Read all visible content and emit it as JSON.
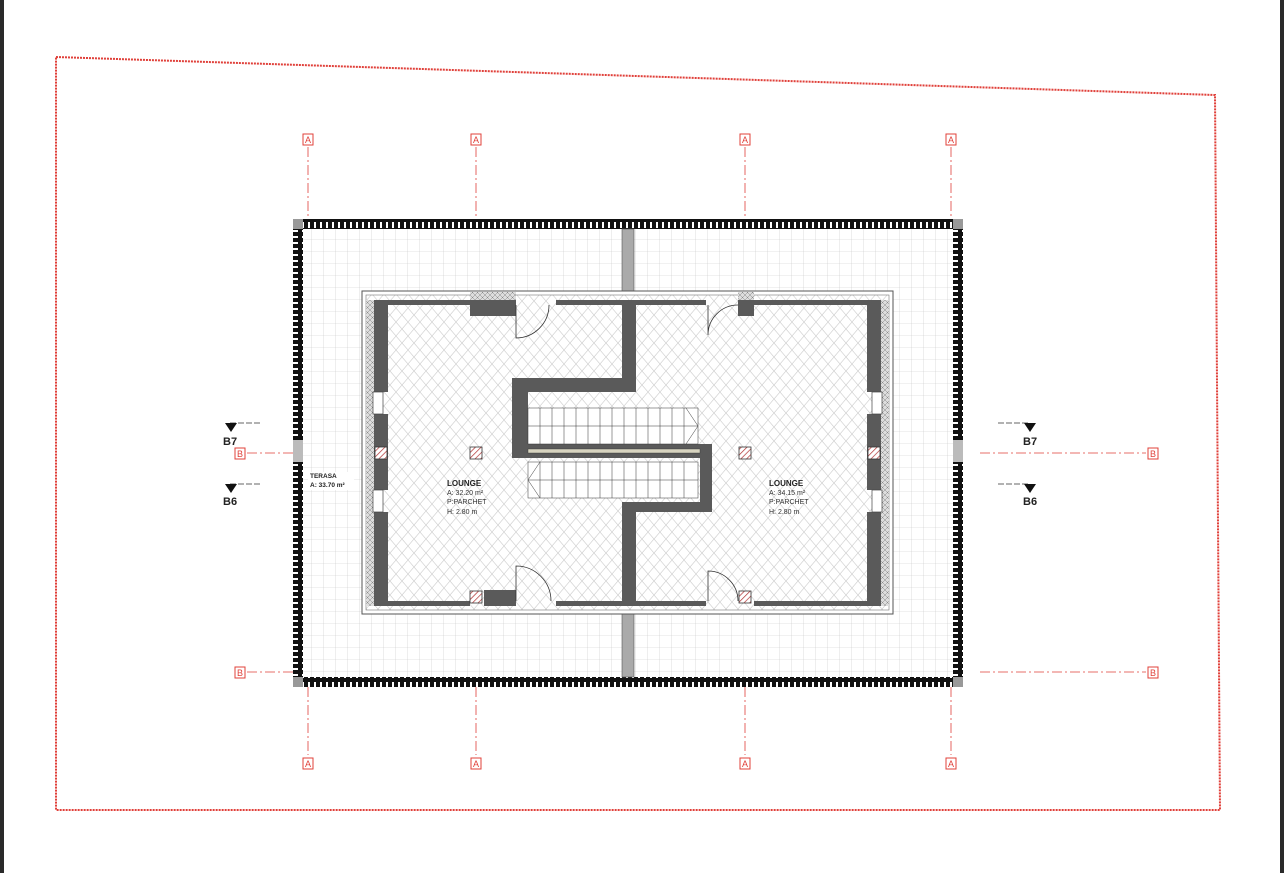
{
  "axes": {
    "vertical_label": "A",
    "horizontal_label": "B"
  },
  "sections": {
    "upper": "B7",
    "lower": "B6"
  },
  "terrace": {
    "name": "TERASA",
    "area": "A: 33.70 m²"
  },
  "rooms": [
    {
      "name": "LOUNGE",
      "area": "A: 32.20 m²",
      "floor": "P:PARCHET",
      "height": "H: 2.80 m"
    },
    {
      "name": "LOUNGE",
      "area": "A: 34.15 m²",
      "floor": "P:PARCHET",
      "height": "H: 2.80 m"
    }
  ],
  "colors": {
    "boundary": "#e0403a",
    "wall": "#5a5a5a",
    "parapet": "#1a1a1a"
  }
}
